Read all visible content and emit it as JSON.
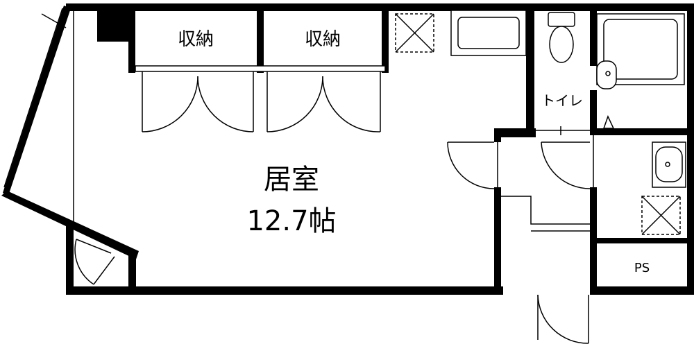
{
  "rooms": {
    "closet_1": "収納",
    "closet_2": "収納",
    "toilet": "トイレ",
    "living_name": "居室",
    "living_size": "12.7帖",
    "pipe_space": "PS"
  }
}
